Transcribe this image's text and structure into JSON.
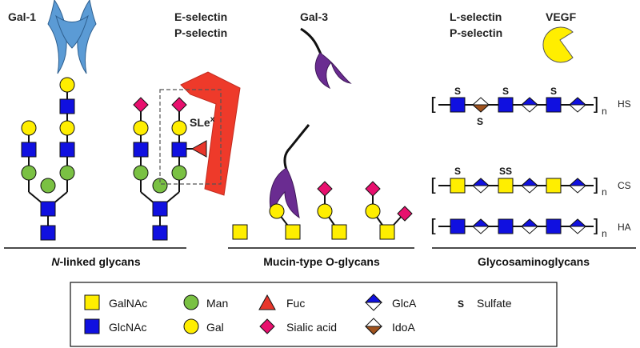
{
  "labels": {
    "gal1": "Gal-1",
    "eselectin": "E-selectin",
    "pselectin1": "P-selectin",
    "gal3": "Gal-3",
    "lselectin": "L-selectin",
    "pselectin2": "P-selectin",
    "vegf": "VEGF",
    "slex": "SLe",
    "slex_sup": "x",
    "hs": "HS",
    "cs": "CS",
    "ha": "HA",
    "n_sub": "n",
    "s": "S",
    "ss": "SS"
  },
  "sections": {
    "nlinked_italic": "N",
    "nlinked_rest": "-linked glycans",
    "mucin": "Mucin-type O-glycans",
    "gag": "Glycosaminoglycans"
  },
  "legend": {
    "galnac": "GalNAc",
    "glcnac": "GlcNAc",
    "man": "Man",
    "gal": "Gal",
    "fuc": "Fuc",
    "sialic": "Sialic acid",
    "glca": "GlcA",
    "idoa": "IdoA",
    "sulfate_symbol": "S",
    "sulfate": "Sulfate"
  },
  "colors": {
    "galnac": "#ffee00",
    "glcnac": "#1010e0",
    "man": "#7ac143",
    "gal": "#ffee00",
    "fuc": "#e8362b",
    "sialic": "#e8106e",
    "idoa": "#a0521d",
    "galectin1": "#5b9bd5",
    "selectin": "#ee3a2a",
    "galectin3": "#6a2c91",
    "vegf": "#ffee00"
  }
}
